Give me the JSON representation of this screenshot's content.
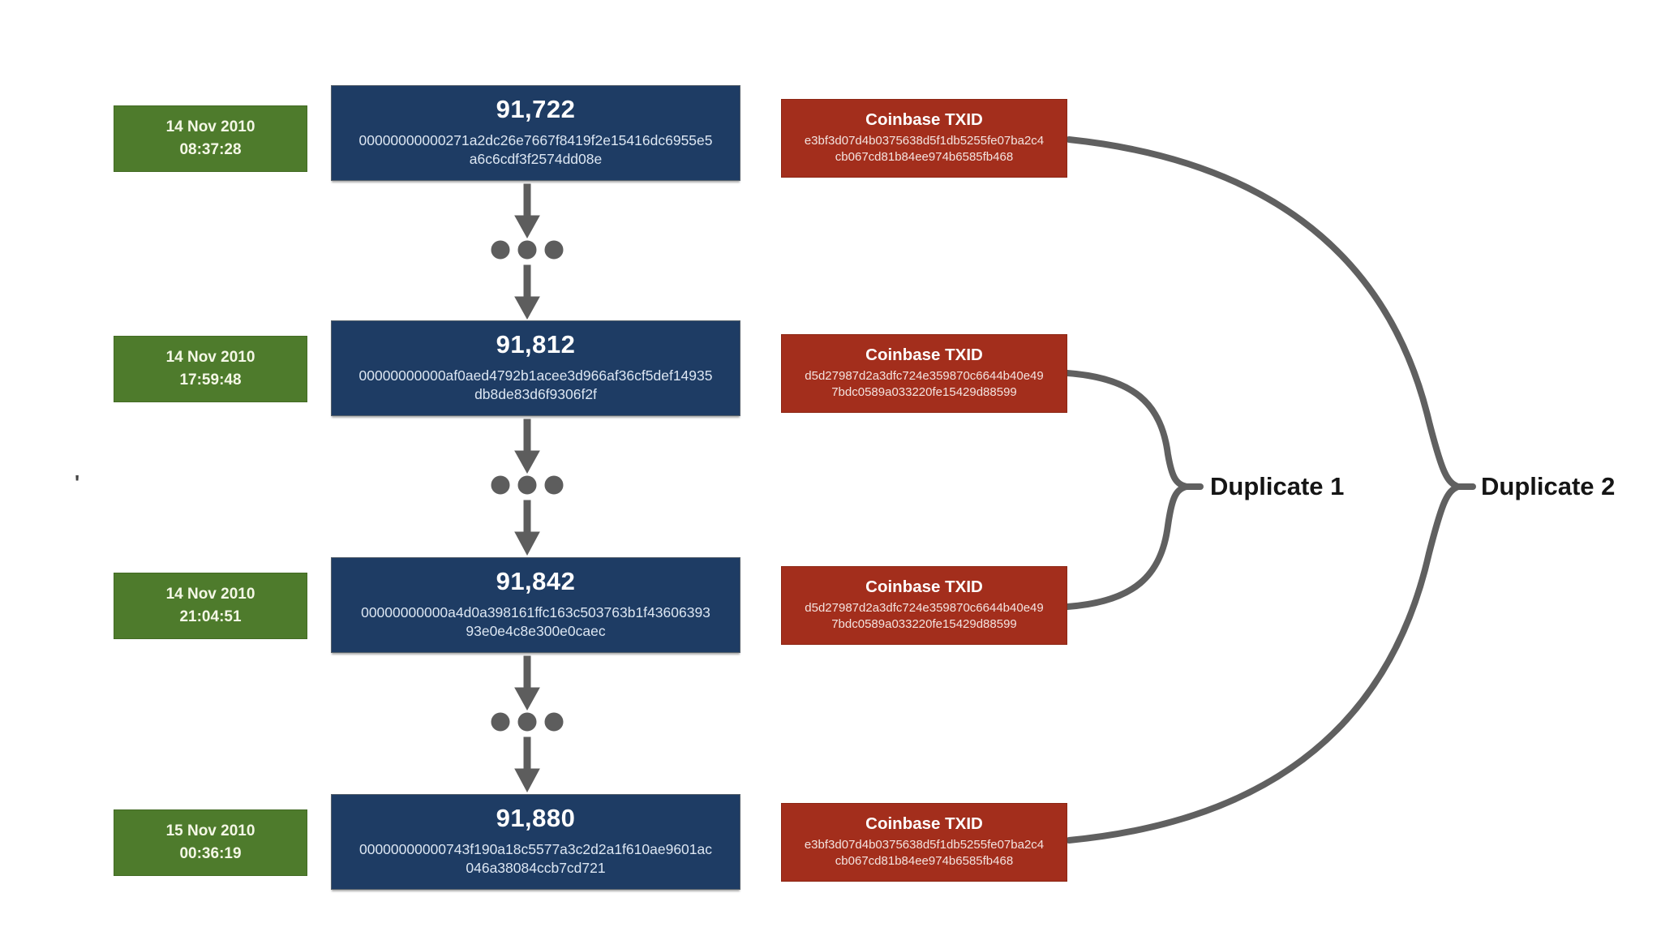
{
  "colors": {
    "timestamp_green": "#4e7b2c",
    "block_blue": "#1e3c64",
    "coinbase_red": "#a32e1c",
    "connector_gray": "#5d5d5d",
    "label_black": "#151515"
  },
  "rows": [
    {
      "timestamp": {
        "date": "14 Nov 2010",
        "time": "08:37:28"
      },
      "block": {
        "height": "91,722",
        "hash_line1": "00000000000271a2dc26e7667f8419f2e15416dc6955e5",
        "hash_line2": "a6c6cdf3f2574dd08e"
      },
      "coinbase": {
        "title": "Coinbase TXID",
        "txid_line1": "e3bf3d07d4b0375638d5f1db5255fe07ba2c4",
        "txid_line2": "cb067cd81b84ee974b6585fb468"
      }
    },
    {
      "timestamp": {
        "date": "14 Nov 2010",
        "time": "17:59:48"
      },
      "block": {
        "height": "91,812",
        "hash_line1": "00000000000af0aed4792b1acee3d966af36cf5def14935",
        "hash_line2": "db8de83d6f9306f2f"
      },
      "coinbase": {
        "title": "Coinbase TXID",
        "txid_line1": "d5d27987d2a3dfc724e359870c6644b40e49",
        "txid_line2": "7bdc0589a033220fe15429d88599"
      }
    },
    {
      "timestamp": {
        "date": "14 Nov 2010",
        "time": "21:04:51"
      },
      "block": {
        "height": "91,842",
        "hash_line1": "00000000000a4d0a398161ffc163c503763b1f43606393",
        "hash_line2": "93e0e4c8e300e0caec"
      },
      "coinbase": {
        "title": "Coinbase TXID",
        "txid_line1": "d5d27987d2a3dfc724e359870c6644b40e49",
        "txid_line2": "7bdc0589a033220fe15429d88599"
      }
    },
    {
      "timestamp": {
        "date": "15 Nov 2010",
        "time": "00:36:19"
      },
      "block": {
        "height": "91,880",
        "hash_line1": "00000000000743f190a18c5577a3c2d2a1f610ae9601ac",
        "hash_line2": "046a38084ccb7cd721"
      },
      "coinbase": {
        "title": "Coinbase TXID",
        "txid_line1": "e3bf3d07d4b0375638d5f1db5255fe07ba2c4",
        "txid_line2": "cb067cd81b84ee974b6585fb468"
      }
    }
  ],
  "labels": {
    "duplicate1": "Duplicate 1",
    "duplicate2": "Duplicate 2"
  },
  "stray_mark": "'"
}
